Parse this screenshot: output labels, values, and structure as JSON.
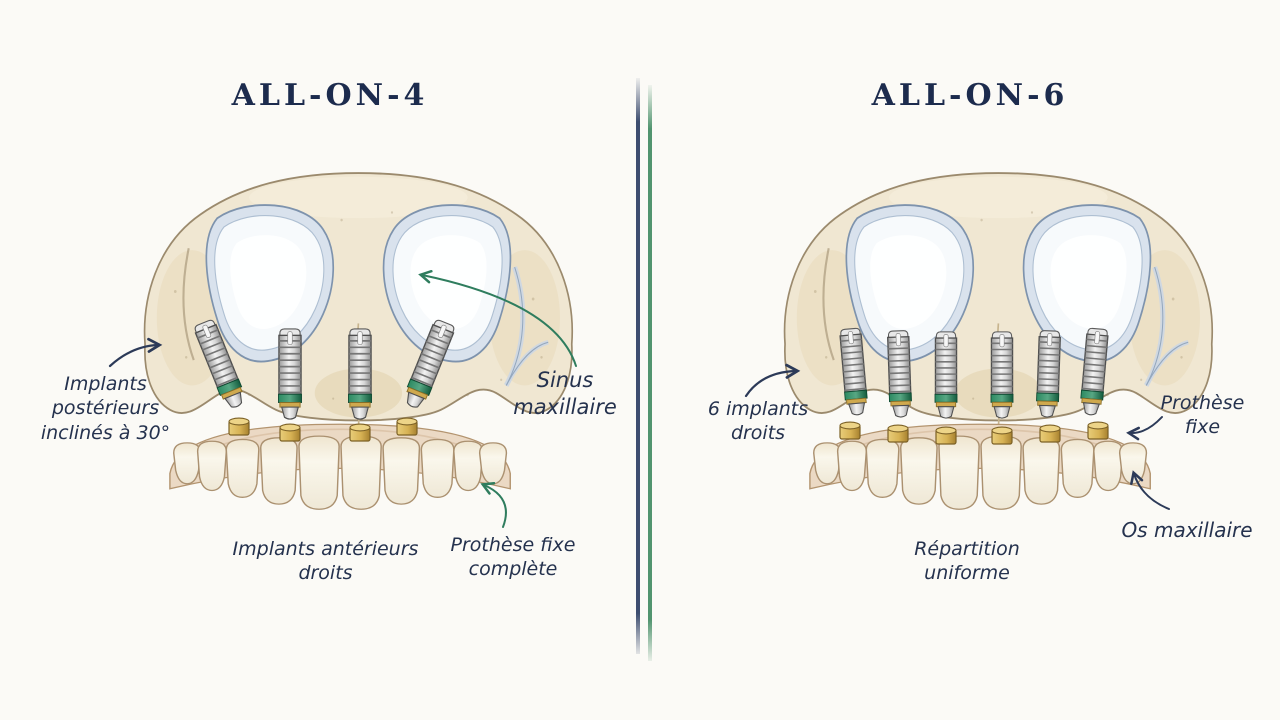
{
  "left_panel": {
    "title": "ALL-ON-4",
    "labels": {
      "posterior": {
        "lines": [
          "Implants",
          "postérieurs",
          "inclinés à 30°"
        ]
      },
      "sinus": {
        "lines": [
          "Sinus",
          "maxillaire"
        ]
      },
      "anterior": {
        "lines": [
          "Implants antérieurs",
          "droits"
        ]
      },
      "prosthesis": {
        "lines": [
          "Prothèse fixe",
          "complète"
        ]
      }
    },
    "implant_count": 4
  },
  "right_panel": {
    "title": "ALL-ON-6",
    "labels": {
      "implants": {
        "lines": [
          "6 implants",
          "droits"
        ]
      },
      "prosthesis": {
        "lines": [
          "Prothèse",
          "fixe"
        ]
      },
      "bone": {
        "lines": [
          "Os maxillaire"
        ]
      },
      "distribution": {
        "lines": [
          "Répartition",
          "uniforme"
        ]
      }
    },
    "implant_count": 6
  },
  "colors": {
    "background": "#fbfaf6",
    "title_navy": "#1c2b4d",
    "label_navy": "#25324e",
    "arrow_navy": "#2c3a58",
    "arrow_green": "#2f7d5e",
    "divider_navy": "#3d4d6f",
    "divider_green": "#51946f",
    "bone": "#f0e7d2",
    "sinus": "#f6f9fc",
    "implant_green_collar": "#1d7a54",
    "abutment_gold": "#cfa94e",
    "teeth": "#f7f2e6",
    "gum": "#ebd9c4"
  }
}
